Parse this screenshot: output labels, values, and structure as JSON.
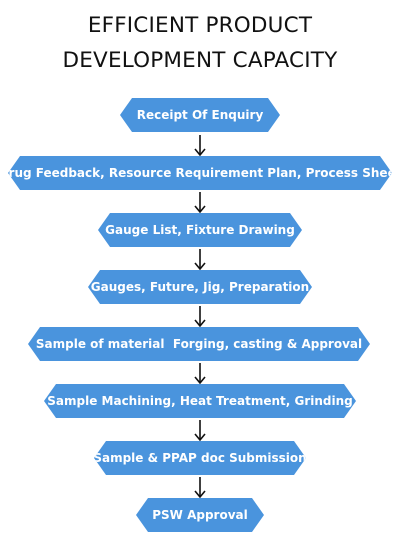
{
  "title": {
    "line1": "EFFICIENT PRODUCT",
    "line2": "DEVELOPMENT CAPACITY"
  },
  "colors": {
    "step_fill": "#4a94dd",
    "text": "#ffffff",
    "arrow": "#111111"
  },
  "steps": [
    {
      "label": "Receipt Of Enquiry"
    },
    {
      "label": "Drug Feedback, Resource Requirement Plan, Process Sheet"
    },
    {
      "label": "Gauge List, Fixture Drawing"
    },
    {
      "label": "Gauges, Future, Jig, Preparation"
    },
    {
      "label": "Sample of material  Forging, casting & Approval"
    },
    {
      "label": "Sample Machining, Heat Treatment, Grinding"
    },
    {
      "label": "Sample & PPAP doc Submission"
    },
    {
      "label": "PSW Approval"
    }
  ]
}
